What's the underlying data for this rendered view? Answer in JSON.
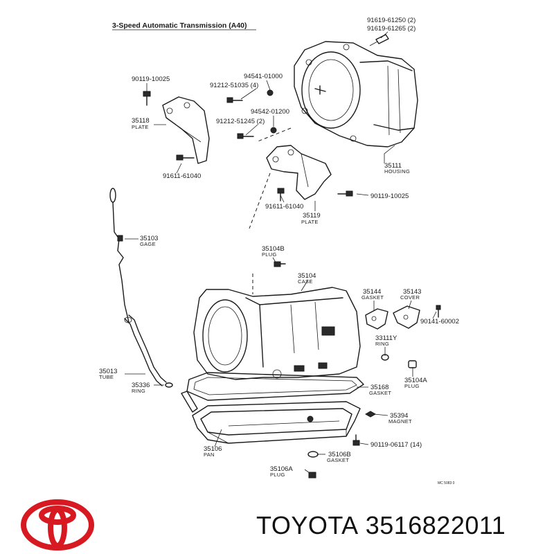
{
  "diagram": {
    "title": "3-Speed Automatic Transmission (A40)",
    "corner_code": "MC 5083 0",
    "callouts": [
      {
        "id": "p1",
        "number": "91619-61250 (2)",
        "name": ""
      },
      {
        "id": "p2",
        "number": "91619-61265 (2)",
        "name": ""
      },
      {
        "id": "p3",
        "number": "90119-10025",
        "name": ""
      },
      {
        "id": "p4",
        "number": "94541-01000",
        "name": ""
      },
      {
        "id": "p5",
        "number": "91212-51035 (4)",
        "name": ""
      },
      {
        "id": "p6",
        "number": "94542-01200",
        "name": ""
      },
      {
        "id": "p7",
        "number": "91212-51245 (2)",
        "name": ""
      },
      {
        "id": "p8",
        "number": "35118",
        "name": "PLATE"
      },
      {
        "id": "p9",
        "number": "91611-61040",
        "name": ""
      },
      {
        "id": "p10",
        "number": "35111",
        "name": "HOUSING"
      },
      {
        "id": "p11",
        "number": "90119-10025",
        "name": ""
      },
      {
        "id": "p12",
        "number": "91611-61040",
        "name": ""
      },
      {
        "id": "p13",
        "number": "35119",
        "name": "PLATE"
      },
      {
        "id": "p14",
        "number": "35103",
        "name": "GAGE"
      },
      {
        "id": "p15",
        "number": "35104B",
        "name": "PLUG"
      },
      {
        "id": "p16",
        "number": "35104",
        "name": "CASE"
      },
      {
        "id": "p17",
        "number": "35144",
        "name": "GASKET"
      },
      {
        "id": "p18",
        "number": "35143",
        "name": "COVER"
      },
      {
        "id": "p19",
        "number": "90141-60002",
        "name": ""
      },
      {
        "id": "p20",
        "number": "33111Y",
        "name": "RING"
      },
      {
        "id": "p21",
        "number": "35013",
        "name": "TUBE"
      },
      {
        "id": "p22",
        "number": "35336",
        "name": "RING"
      },
      {
        "id": "p23",
        "number": "35168",
        "name": "GASKET"
      },
      {
        "id": "p24",
        "number": "35104A",
        "name": "PLUG"
      },
      {
        "id": "p25",
        "number": "35394",
        "name": "MAGNET"
      },
      {
        "id": "p26",
        "number": "35106",
        "name": "PAN"
      },
      {
        "id": "p27",
        "number": "90119-06117 (14)",
        "name": ""
      },
      {
        "id": "p28",
        "number": "35106B",
        "name": "GASKET"
      },
      {
        "id": "p29",
        "number": "35106A",
        "name": "PLUG"
      }
    ]
  },
  "brand": {
    "name": "TOYOTA",
    "part_number": "3516822011",
    "logo_color": "#d71a21",
    "logo_icon": "toyota-logo-icon"
  }
}
